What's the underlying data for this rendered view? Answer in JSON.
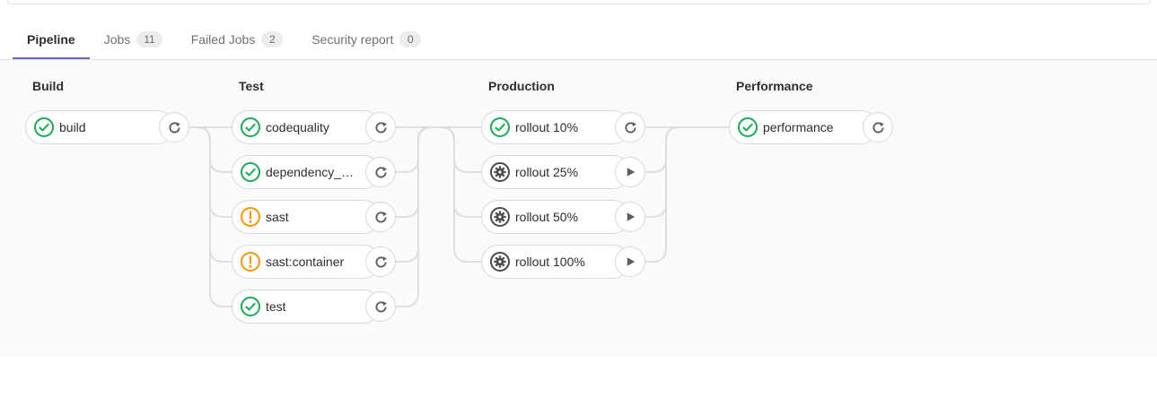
{
  "colors": {
    "accent": "#6666c4",
    "success": "#1aaa55",
    "warning": "#fc9403",
    "manual": "#4a4a4a",
    "connector": "#dfdfdf",
    "pill_border": "#d8d8d8",
    "graph_bg": "#fafafa",
    "glyph": "#5e5e5e"
  },
  "tabs": {
    "items": [
      {
        "label": "Pipeline",
        "badge": null,
        "active": true
      },
      {
        "label": "Jobs",
        "badge": "11",
        "active": false
      },
      {
        "label": "Failed Jobs",
        "badge": "2",
        "active": false
      },
      {
        "label": "Security report",
        "badge": "0",
        "active": false
      }
    ]
  },
  "icons": {
    "success": "status-success-check-circle-icon",
    "warning": "status-warning-exclamation-circle-icon",
    "manual": "status-manual-gear-circle-icon",
    "retry": "retry-icon",
    "play": "play-icon"
  },
  "pipeline": {
    "stages": [
      {
        "name": "Build",
        "jobs": [
          {
            "name": "build",
            "status": "success",
            "action": "retry"
          }
        ]
      },
      {
        "name": "Test",
        "jobs": [
          {
            "name": "codequality",
            "status": "success",
            "action": "retry"
          },
          {
            "name": "dependency_s...",
            "status": "success",
            "action": "retry"
          },
          {
            "name": "sast",
            "status": "warning",
            "action": "retry"
          },
          {
            "name": "sast:container",
            "status": "warning",
            "action": "retry"
          },
          {
            "name": "test",
            "status": "success",
            "action": "retry"
          }
        ]
      },
      {
        "name": "Production",
        "jobs": [
          {
            "name": "rollout 10%",
            "status": "success",
            "action": "retry"
          },
          {
            "name": "rollout 25%",
            "status": "manual",
            "action": "play"
          },
          {
            "name": "rollout 50%",
            "status": "manual",
            "action": "play"
          },
          {
            "name": "rollout 100%",
            "status": "manual",
            "action": "play"
          }
        ]
      },
      {
        "name": "Performance",
        "jobs": [
          {
            "name": "performance",
            "status": "success",
            "action": "retry"
          }
        ]
      }
    ]
  }
}
